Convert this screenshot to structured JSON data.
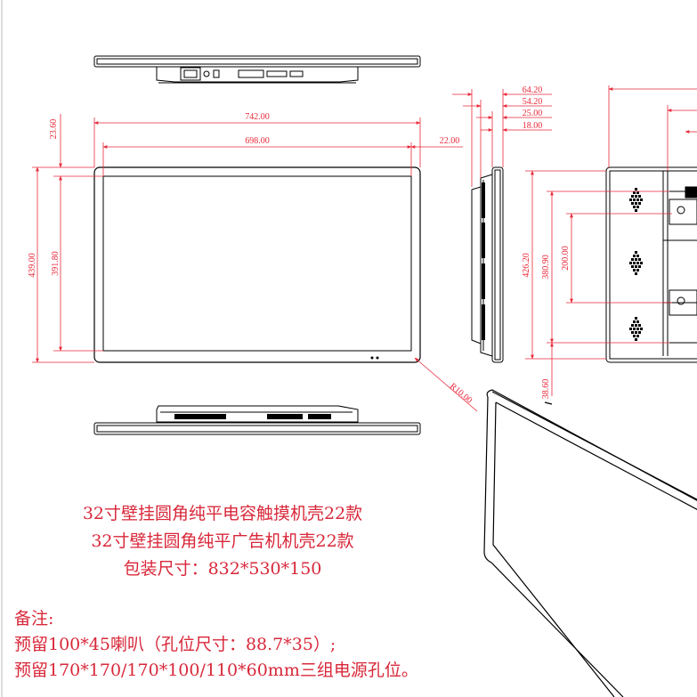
{
  "dimensions": {
    "front_outer_width": "742.00",
    "front_inner_width": "698.00",
    "side_gap": "22.00",
    "top_gap": "23.60",
    "front_outer_height": "439.00",
    "front_inner_height": "391.80",
    "corner_radius": "R10.00",
    "depth_total": "64.20",
    "depth_body": "54.20",
    "depth_bezel": "25.00",
    "depth_front": "18.00",
    "back_height": "426.20",
    "back_mount_height": "380.90",
    "back_mount_spacing": "200.00",
    "back_bottom_offset": "38.60"
  },
  "caption": {
    "line1": "32寸壁挂圆角纯平电容触摸机壳22款",
    "line2": "32寸壁挂圆角纯平广告机机壳22款",
    "line3": "包装尺寸：832*530*150"
  },
  "notes": {
    "title": "备注:",
    "line1": "预留100*45喇叭（孔位尺寸：88.7*35）;",
    "line2": "预留170*170/170*100/110*60mm三组电源孔位。"
  }
}
